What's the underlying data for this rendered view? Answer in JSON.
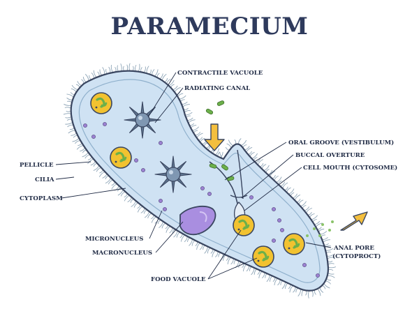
{
  "title": "PARAMECIUM",
  "labels": {
    "contractile_vacuole": "CONTRACTILE VACUOLE",
    "radiating_canal": "RADIATING CANAL",
    "oral_groove": "ORAL GROOVE (VESTIBULUM)",
    "buccal_overture": "BUCCAL OVERTURE",
    "cell_mouth": "CELL MOUTH (CYTOSOME)",
    "pellicle": "PELLICLE",
    "cilia": "CILIA",
    "cytoplasm": "CYTOPLASM",
    "micronucleus": "MICRONUCLEUS",
    "macronucleus": "MACRONUCLEUS",
    "food_vacuole": "FOOD VACUOLE",
    "anal_pore_1": "ANAL PORE",
    "anal_pore_2": "(CYTOPROCT)"
  },
  "colors": {
    "body_fill": "#cfe2f3",
    "outline": "#3a4660",
    "cilia": "#8fa6b8",
    "vacuole_star": "#5e7590",
    "macronucleus": "#a98ee0",
    "food_vacuole": "#f2c230",
    "food_particle": "#6cb04a",
    "arrow": "#f4bf3e",
    "granule": "#9c82d2"
  }
}
